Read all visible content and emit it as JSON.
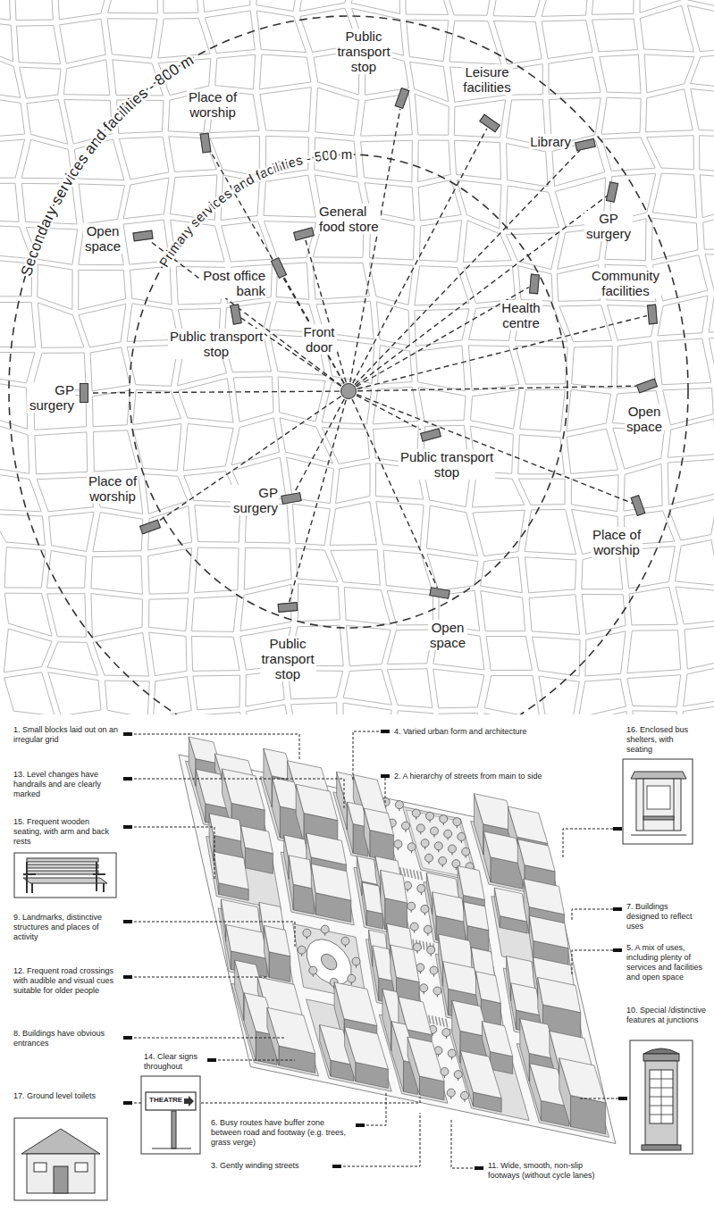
{
  "diagram": {
    "nodes": [
      {
        "text": [
          "Front door"
        ]
      },
      {
        "text": [
          "Place of worship"
        ]
      },
      {
        "text": [
          "Public transport stop"
        ]
      },
      {
        "text": [
          "Leisure facilities"
        ]
      },
      {
        "text": [
          "Library"
        ]
      },
      {
        "text": [
          "GP surgery"
        ]
      },
      {
        "text": [
          "Open space"
        ]
      },
      {
        "text": [
          "Post office bank"
        ]
      },
      {
        "text": [
          "General food store"
        ]
      },
      {
        "text": [
          "Public transport stop"
        ]
      },
      {
        "text": [
          "Health centre"
        ]
      },
      {
        "text": [
          "Community facilities"
        ]
      },
      {
        "text": [
          "GP surgery"
        ]
      },
      {
        "text": [
          "Open space"
        ]
      },
      {
        "text": [
          "Place of worship"
        ]
      },
      {
        "text": [
          "GP surgery"
        ]
      },
      {
        "text": [
          "Public transport stop"
        ]
      },
      {
        "text": [
          "Place of worship"
        ]
      },
      {
        "text": [
          "Public transport stop"
        ]
      },
      {
        "text": [
          "Open space"
        ]
      }
    ],
    "edges": [
      {
        "from": 0,
        "to": 1,
        "arrow": "none"
      },
      {
        "from": 0,
        "to": 2,
        "arrow": "none"
      },
      {
        "from": 0,
        "to": 3,
        "arrow": "none"
      },
      {
        "from": 0,
        "to": 4,
        "arrow": "none"
      },
      {
        "from": 0,
        "to": 5,
        "arrow": "none"
      },
      {
        "from": 0,
        "to": 6,
        "arrow": "none"
      },
      {
        "from": 0,
        "to": 7,
        "arrow": "none"
      },
      {
        "from": 0,
        "to": 8,
        "arrow": "none"
      },
      {
        "from": 0,
        "to": 9,
        "arrow": "none"
      },
      {
        "from": 0,
        "to": 10,
        "arrow": "none"
      },
      {
        "from": 0,
        "to": 11,
        "arrow": "none"
      },
      {
        "from": 0,
        "to": 12,
        "arrow": "none"
      },
      {
        "from": 0,
        "to": 13,
        "arrow": "none"
      },
      {
        "from": 0,
        "to": 14,
        "arrow": "none"
      },
      {
        "from": 0,
        "to": 15,
        "arrow": "none"
      },
      {
        "from": 0,
        "to": 16,
        "arrow": "none"
      },
      {
        "from": 0,
        "to": 17,
        "arrow": "none"
      },
      {
        "from": 0,
        "to": 18,
        "arrow": "none"
      },
      {
        "from": 0,
        "to": 19,
        "arrow": "none"
      }
    ],
    "labels": [
      "Secondary services and facilities - 800 m",
      "Primary services and facilities - 500 m",
      "1. Small blocks laid out on an irregular grid",
      "13. Level changes have handrails and are clearly marked",
      "15. Frequent wooden seating, with arm and back rests",
      "9. Landmarks, distinctive structures and places of activity",
      "12. Frequent road crossings with audible and visual cues suitable for older people",
      "8. Buildings have obvious entrances",
      "14. Clear signs throughout",
      "17. Ground level toilets",
      "6. Busy routes have buffer zone between road and footway (e.g. trees, grass verge)",
      "3. Gently winding streets",
      "4. Varied urban form and architecture",
      "2. A hierarchy of streets from main to side",
      "16. Enclosed bus shelters, with seating",
      "7. Buildings designed to reflect uses",
      "5. A mix of uses, including plenty of services and facilities and open space",
      "10. Special /distinctive features at junctions",
      "11. Wide, smooth, non-slip footways (without cycle lanes)",
      "THEATRE"
    ]
  }
}
